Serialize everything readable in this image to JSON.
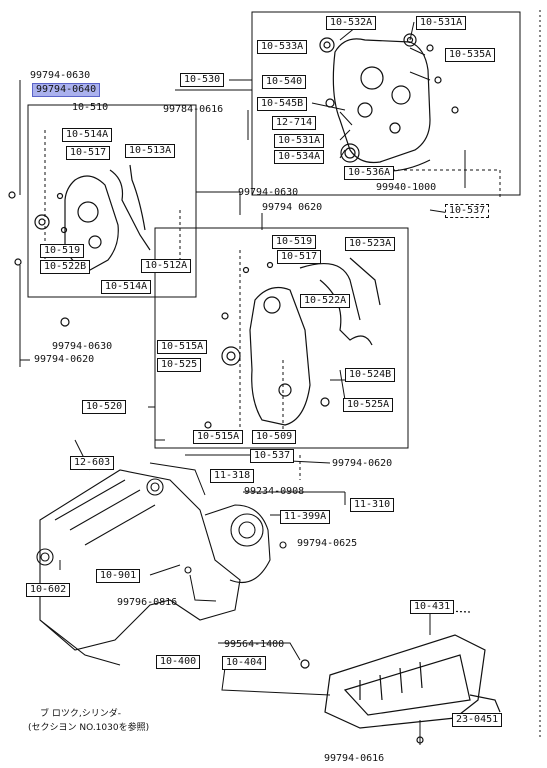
{
  "diagram": {
    "labels": {
      "p_99794_0630_a": "99794-0630",
      "p_99794_0640": "99794-0640",
      "p_10_510": "10-510",
      "p_10_514a_top": "10-514A",
      "p_10_517_left": "10-517",
      "p_10_513a": "10-513A",
      "p_10_519_left": "10-519",
      "p_10_522b": "10-522B",
      "p_10_512a": "10-512A",
      "p_10_514a_bot": "10-514A",
      "p_99794_0630_b": "99794-0630",
      "p_99794_0620_a": "99794-0620",
      "p_10_532a": "10-532A",
      "p_10_531a_top": "10-531A",
      "p_10_533a": "10-533A",
      "p_10_535a": "10-535A",
      "p_10_530": "10-530",
      "p_10_540": "10-540",
      "p_10_545b": "10-545B",
      "p_99784_0616": "99784-0616",
      "p_12_714": "12-714",
      "p_10_531a_mid": "10-531A",
      "p_10_534a": "10-534A",
      "p_10_536a": "10-536A",
      "p_99940_1000": "99940-1000",
      "p_10_537_top": "10-537",
      "p_99794_0630_c": "99794-0630",
      "p_99794_0620_b": "99794 0620",
      "p_10_519_right": "10-519",
      "p_10_523a": "10-523A",
      "p_10_517_right": "10-517",
      "p_10_522a": "10-522A",
      "p_10_515a_top": "10-515A",
      "p_10_525": "10-525",
      "p_10_524b": "10-524B",
      "p_10_520": "10-520",
      "p_10_525a": "10-525A",
      "p_10_515a_bot": "10-515A",
      "p_10_509": "10-509",
      "p_10_537_bot": "10-537",
      "p_99794_0620_c": "99794-0620",
      "p_12_603": "12-603",
      "p_11_318": "11-318",
      "p_99234_0908": "99234-0908",
      "p_11_310": "11-310",
      "p_11_399a": "11-399A",
      "p_99794_0625": "99794-0625",
      "p_10_602": "10-602",
      "p_10_901": "10-901",
      "p_99796_0816": "99796-0816",
      "p_10_431": "10-431",
      "p_99564_1400": "99564-1400",
      "p_10_400": "10-400",
      "p_10_404": "10-404",
      "p_23_0451": "23-0451",
      "p_99794_0616": "99794-0616"
    },
    "notes": {
      "block_line1": "ブ ロツク,シリンダ-",
      "block_line2": "(セクシヨン NO.1030を参照)"
    }
  }
}
